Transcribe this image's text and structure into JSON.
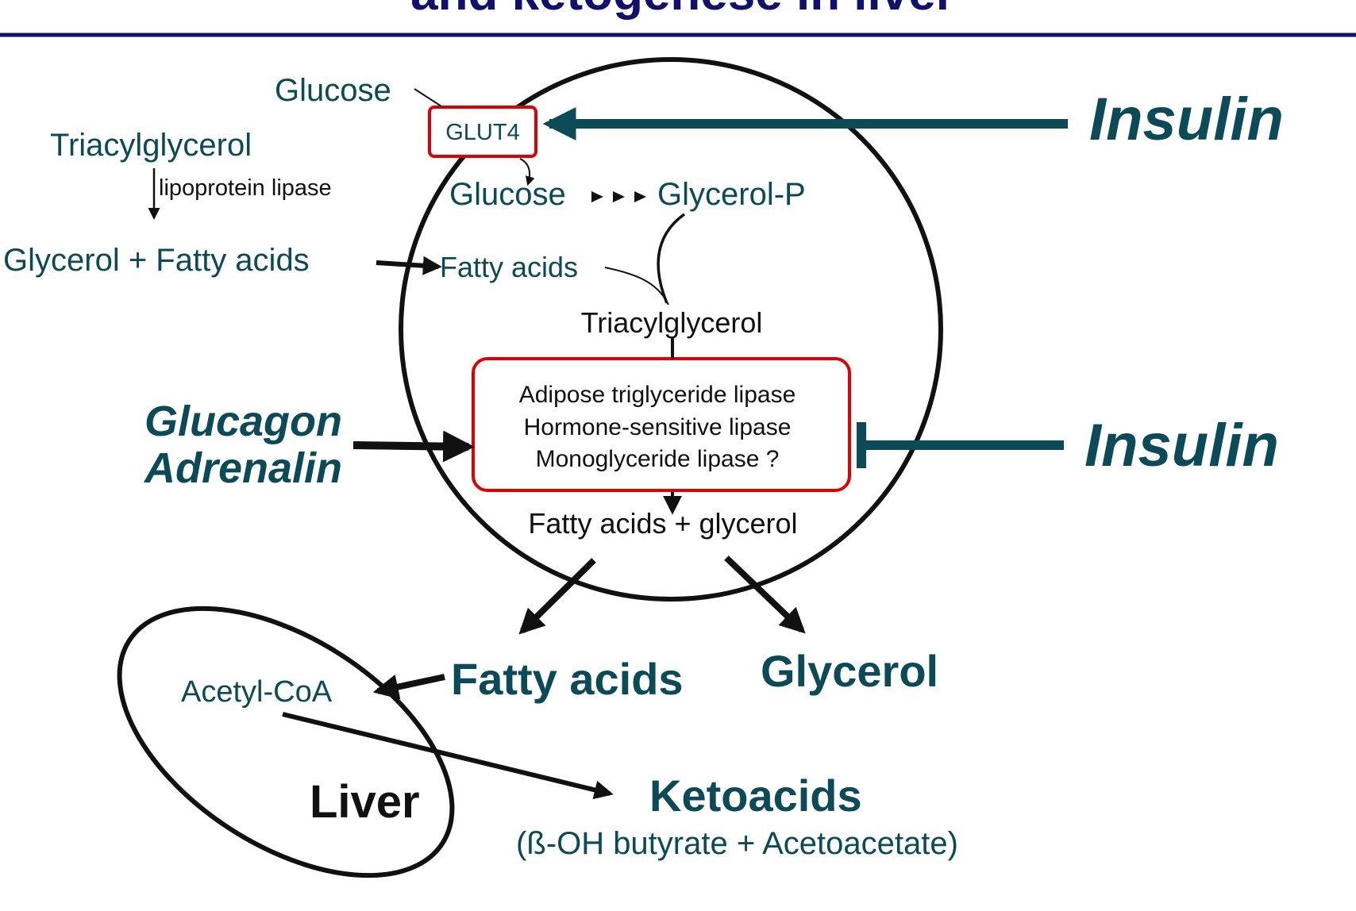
{
  "title_fragment": "and ketogenese in liver",
  "labels": {
    "glucose_outside": "Glucose",
    "tag_outside": "Triacylglycerol",
    "lipoprotein_lipase": "lipoprotein lipase",
    "glycerol_fatty_acids": "Glycerol + Fatty acids",
    "glut4": "GLUT4",
    "insulin_top": "Insulin",
    "glucose_inside": "Glucose",
    "glycerol_p": "Glycerol-P",
    "fatty_acids_inside": "Fatty acids",
    "tag_inside": "Triacylglycerol",
    "lipase_1": "Adipose triglyceride lipase",
    "lipase_2": "Hormone-sensitive lipase",
    "lipase_3": "Monoglyceride lipase ?",
    "glucagon": "Glucagon",
    "adrenalin": "Adrenalin",
    "insulin_bottom": "Insulin",
    "fatty_acids_glycerol": "Fatty acids + glycerol",
    "fatty_acids_out": "Fatty acids",
    "glycerol_out": "Glycerol",
    "acetyl_coa": "Acetyl-CoA",
    "liver": "Liver",
    "ketoacids": "Ketoacids",
    "ketoacids_detail": "(ß-OH butyrate + Acetoacetate)"
  },
  "colors": {
    "title": "#10106e",
    "text": "#0b4a57",
    "arrow_insulin": "#0b4a57",
    "box_border": "#e00000",
    "line": "#111111"
  }
}
